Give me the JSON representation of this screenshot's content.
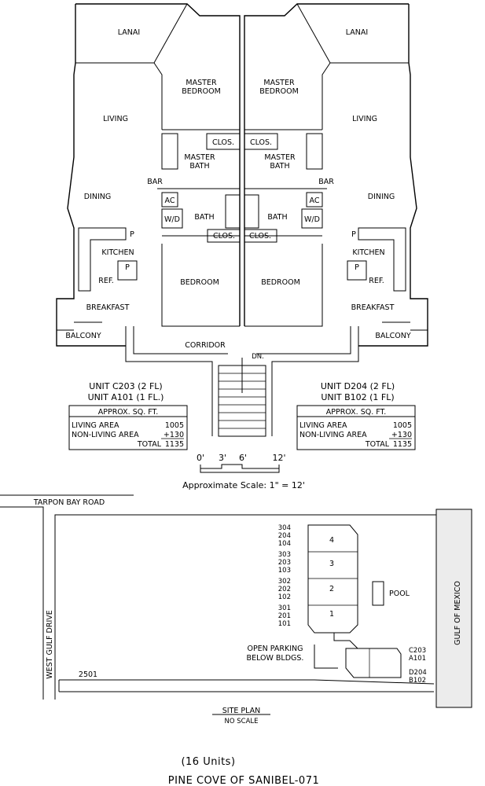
{
  "floor_plan": {
    "left_unit": {
      "lanai": "LANAI",
      "master_bedroom": [
        "MASTER",
        "BEDROOM"
      ],
      "living": "LIVING",
      "closet_master": "CLOS.",
      "master_bath": [
        "MASTER",
        "BATH"
      ],
      "bar": "BAR",
      "ac": "AC",
      "wd": "W/D",
      "bath": "BATH",
      "dining": "DINING",
      "closet_bed": "CLOS.",
      "kitchen": "KITCHEN",
      "pantry": "P",
      "ref": "REF.",
      "bedroom": "BEDROOM",
      "breakfast": "BREAKFAST",
      "balcony": "BALCONY",
      "unit_lines": [
        "UNIT C203 (2 FL)",
        "UNIT A101 (1 FL.)"
      ],
      "sqft": {
        "header": "APPROX. SQ. FT.",
        "rows": [
          {
            "label": "LIVING AREA",
            "value": "1005"
          },
          {
            "label": "NON-LIVING AREA",
            "value": "+130"
          },
          {
            "label": "TOTAL",
            "value": "1135"
          }
        ]
      }
    },
    "right_unit": {
      "lanai": "LANAI",
      "master_bedroom": [
        "MASTER",
        "BEDROOM"
      ],
      "living": "LIVING",
      "closet_master": "CLOS.",
      "master_bath": [
        "MASTER",
        "BATH"
      ],
      "bar": "BAR",
      "ac": "AC",
      "wd": "W/D",
      "bath": "BATH",
      "dining": "DINING",
      "closet_bed": "CLOS.",
      "kitchen": "KITCHEN",
      "pantry": "P",
      "ref": "REF.",
      "bedroom": "BEDROOM",
      "breakfast": "BREAKFAST",
      "balcony": "BALCONY",
      "unit_lines": [
        "UNIT D204 (2 FL)",
        "UNIT B102 (1 FL)"
      ],
      "sqft": {
        "header": "APPROX. SQ. FT.",
        "rows": [
          {
            "label": "LIVING AREA",
            "value": "1005"
          },
          {
            "label": "NON-LIVING AREA",
            "value": "+130"
          },
          {
            "label": "TOTAL",
            "value": "1135"
          }
        ]
      }
    },
    "corridor": "CORRIDOR",
    "stairs_down": "DN.",
    "scale_ticks": [
      "0'",
      "3'",
      "6'",
      "12'"
    ],
    "scale_note": "Approximate Scale: 1\" = 12'"
  },
  "site_plan": {
    "road_top": "TARPON BAY ROAD",
    "road_side": "WEST GULF DRIVE",
    "address": "2501",
    "gulf": "GULF OF MEXICO",
    "pool": "POOL",
    "parking": [
      "OPEN PARKING",
      "BELOW BLDGS."
    ],
    "buildings": [
      {
        "number": "4",
        "units": [
          "304",
          "204",
          "104"
        ]
      },
      {
        "number": "3",
        "units": [
          "303",
          "203",
          "103"
        ]
      },
      {
        "number": "2",
        "units": [
          "302",
          "202",
          "102"
        ]
      },
      {
        "number": "1",
        "units": [
          "301",
          "201",
          "101"
        ]
      }
    ],
    "small_building_units_1": [
      "C203",
      "A101"
    ],
    "small_building_units_2": [
      "D204",
      "B102"
    ],
    "title": "SITE PLAN",
    "subtitle": "NO SCALE"
  },
  "footer": {
    "units": "(16 Units)",
    "name": "PINE COVE OF SANIBEL-071"
  }
}
